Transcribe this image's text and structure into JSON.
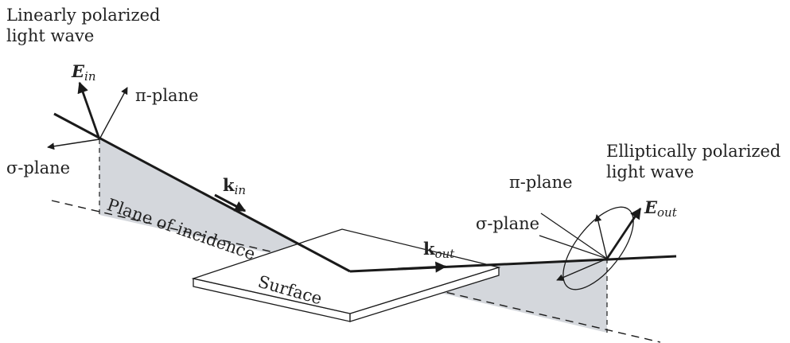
{
  "labels": {
    "incident_wave": [
      "Linearly polarized",
      "light wave"
    ],
    "e_in": {
      "main": "E",
      "sub": "in"
    },
    "pi_plane_left": "π-plane",
    "sigma_plane_left": "σ-plane",
    "k_in": {
      "main": "k",
      "sub": "in"
    },
    "plane_of_incidence": "Plane of incidence",
    "surface": "Surface",
    "k_out": {
      "main": "k",
      "sub": "out"
    },
    "pi_plane_right": "π-plane",
    "sigma_plane_right": "σ-plane",
    "outgoing_wave": [
      "Elliptically polarized",
      "light wave"
    ],
    "e_out": {
      "main": "E",
      "sub": "out"
    }
  },
  "colors": {
    "shade": "#d4d7dc",
    "line": "#1a1a1a",
    "text": "#222222"
  }
}
